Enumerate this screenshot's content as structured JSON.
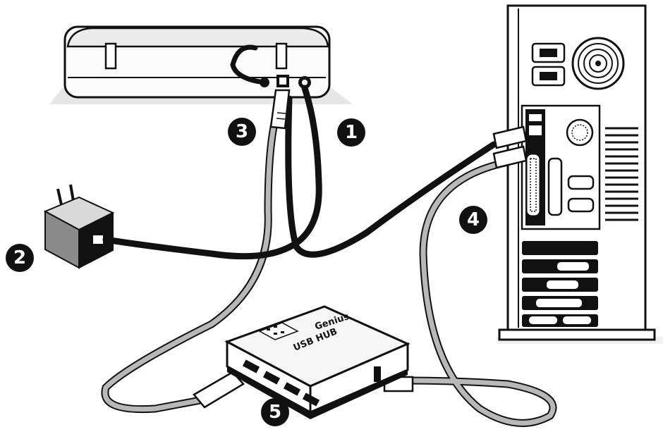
{
  "callouts": [
    {
      "number": "1",
      "meaning": "scanner-power-cable"
    },
    {
      "number": "2",
      "meaning": "power-adapter"
    },
    {
      "number": "3",
      "meaning": "scanner-usb-cable"
    },
    {
      "number": "4",
      "meaning": "computer-usb-cable"
    },
    {
      "number": "5",
      "meaning": "usb-hub"
    }
  ],
  "hub": {
    "brand": "Genius",
    "label": "USB HUB"
  },
  "colors": {
    "power_cable": "#111111",
    "usb_cable": "#b8b8b8",
    "badge": "#111111",
    "outline": "#111111"
  },
  "icons": {
    "scanner": "flatbed-scanner-icon",
    "adapter": "power-adapter-icon",
    "computer": "tower-computer-icon",
    "hub": "usb-hub-icon"
  }
}
